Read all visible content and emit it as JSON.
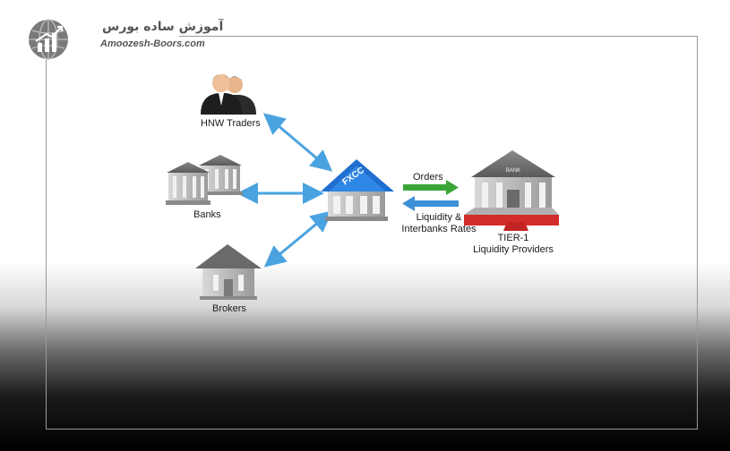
{
  "brand": {
    "name_fa": "آموزش ساده بورس",
    "site": "Amoozesh-Boors.com"
  },
  "nodes": {
    "hnw_traders": "HNW Traders",
    "banks": "Banks",
    "brokers": "Brokers",
    "fxcc": "FXCC",
    "tier1_line1": "TIER-1",
    "tier1_line2": "Liquidity Providers",
    "tier1_roof": "BANK"
  },
  "flows": {
    "orders": "Orders",
    "liquidity_line1": "Liquidity &",
    "liquidity_line2": "Interbanks Rates"
  },
  "colors": {
    "arrow_blue": "#4aa3e0",
    "orders_green": "#3aa63a",
    "liquidity_blue": "#3d8fd6",
    "fxcc_roof": "#1f6fd1",
    "tier1_base": "#d42b2b"
  }
}
